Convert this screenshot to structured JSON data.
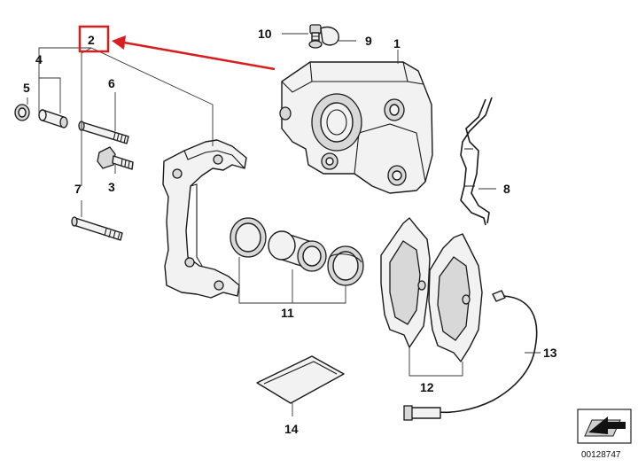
{
  "diagram": {
    "callouts": {
      "c1": "1",
      "c2": "2",
      "c3": "3",
      "c4": "4",
      "c5": "5",
      "c6": "6",
      "c7": "7",
      "c8": "8",
      "c9": "9",
      "c10": "10",
      "c11": "11",
      "c12": "12",
      "c13": "13",
      "c14": "14"
    },
    "highlight": {
      "target": "2",
      "color": "#d81e1e"
    },
    "reference_number": "00128747"
  }
}
